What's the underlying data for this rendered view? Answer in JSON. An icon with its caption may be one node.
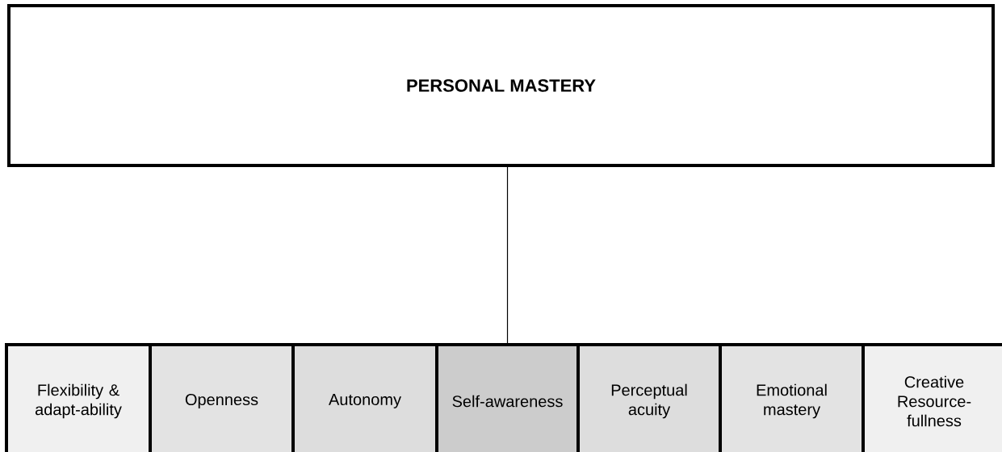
{
  "diagram": {
    "nodes": [
      {
        "text": [
          "PERSONAL MASTERY"
        ]
      },
      {
        "text": [
          "Flexibility & adapt-ability"
        ]
      },
      {
        "text": [
          "Openness"
        ]
      },
      {
        "text": [
          "Autonomy"
        ]
      },
      {
        "text": [
          "Self-awareness"
        ]
      },
      {
        "text": [
          "Perceptual acuity"
        ]
      },
      {
        "text": [
          "Emotional mastery"
        ]
      },
      {
        "text": [
          "Creative Resource-fullness"
        ]
      }
    ],
    "edges": [
      {
        "from": 0,
        "to": 4,
        "arrow": "none"
      }
    ]
  }
}
